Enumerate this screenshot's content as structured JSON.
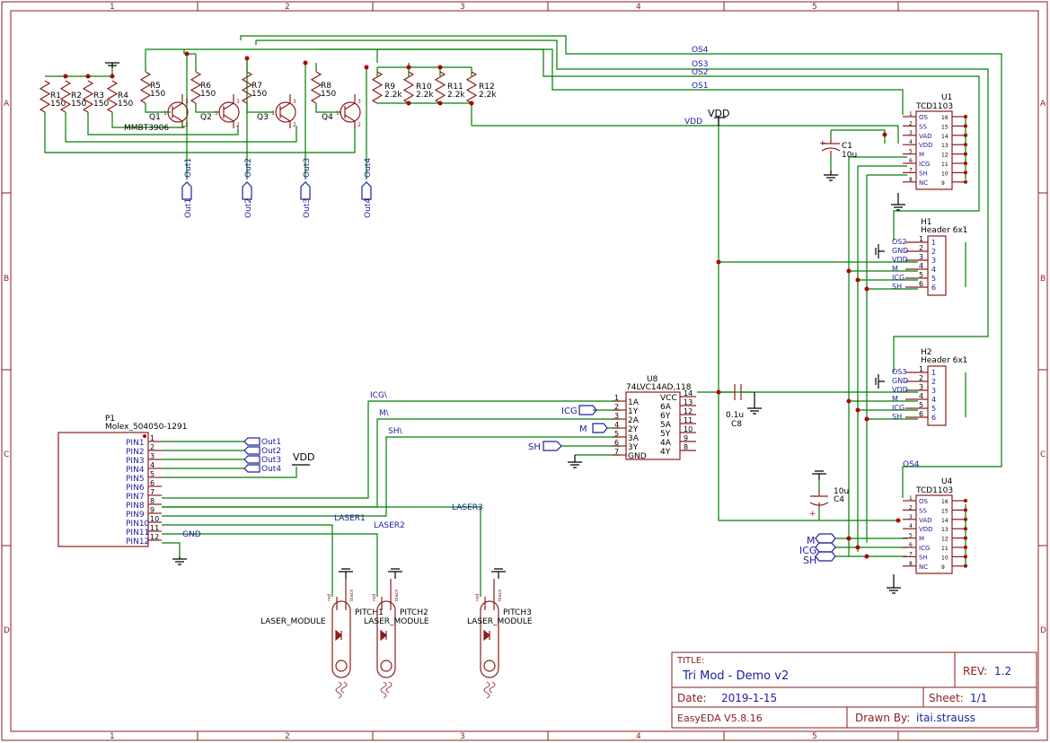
{
  "border": {
    "columns": [
      "1",
      "2",
      "3",
      "4",
      "5"
    ],
    "rows": [
      "A",
      "B",
      "C",
      "D"
    ]
  },
  "resistors_top": [
    {
      "ref": "R1",
      "val": "150"
    },
    {
      "ref": "R2",
      "val": "150"
    },
    {
      "ref": "R3",
      "val": "150"
    },
    {
      "ref": "R4",
      "val": "150"
    }
  ],
  "resistors_base": [
    {
      "ref": "R5",
      "val": "150"
    },
    {
      "ref": "R6",
      "val": "150"
    },
    {
      "ref": "R7",
      "val": "150"
    },
    {
      "ref": "R8",
      "val": "150"
    }
  ],
  "resistors_pull": [
    {
      "ref": "R9",
      "val": "2.2k"
    },
    {
      "ref": "R10",
      "val": "2.2k"
    },
    {
      "ref": "R11",
      "val": "2.2k"
    },
    {
      "ref": "R12",
      "val": "2.2k"
    }
  ],
  "transistors": [
    {
      "ref": "Q1",
      "part": "MMBT3906"
    },
    {
      "ref": "Q2",
      "part": ""
    },
    {
      "ref": "Q3",
      "part": ""
    },
    {
      "ref": "Q4",
      "part": ""
    }
  ],
  "outputs": [
    "Out1",
    "Out2",
    "Out3",
    "Out4"
  ],
  "nets": {
    "os1": "OS1",
    "os2": "OS2",
    "os3": "OS3",
    "os4": "OS4",
    "vdd": "VDD",
    "gnd": "GND",
    "icg": "ICG",
    "m": "M",
    "sh": "SH",
    "icg_bar": "ICG\\",
    "m_bar": "M\\",
    "sh_bar": "SH\\",
    "laser1": "LASER1",
    "laser2": "LASER2",
    "laser3": "LASER3"
  },
  "u1": {
    "ref": "U1",
    "part": "TCD1103",
    "left_pins": [
      {
        "n": "1",
        "name": "OS"
      },
      {
        "n": "2",
        "name": "SS"
      },
      {
        "n": "3",
        "name": "VAD"
      },
      {
        "n": "4",
        "name": "VDD"
      },
      {
        "n": "5",
        "name": "M"
      },
      {
        "n": "6",
        "name": "ICG"
      },
      {
        "n": "7",
        "name": "SH"
      },
      {
        "n": "8",
        "name": "NC"
      }
    ],
    "right_pins": [
      "16",
      "15",
      "14",
      "13",
      "12",
      "11",
      "10",
      "9"
    ]
  },
  "u4": {
    "ref": "U4",
    "part": "TCD1103",
    "left_pins": [
      {
        "n": "1",
        "name": "OS"
      },
      {
        "n": "2",
        "name": "SS"
      },
      {
        "n": "3",
        "name": "VAD"
      },
      {
        "n": "4",
        "name": "VDD"
      },
      {
        "n": "5",
        "name": "M"
      },
      {
        "n": "6",
        "name": "ICG"
      },
      {
        "n": "7",
        "name": "SH"
      },
      {
        "n": "8",
        "name": "NC"
      }
    ],
    "right_pins": [
      "16",
      "15",
      "14",
      "13",
      "12",
      "11",
      "10",
      "9"
    ]
  },
  "c1": {
    "ref": "C1",
    "val": "10u"
  },
  "c4": {
    "ref": "C4",
    "val": "10u"
  },
  "c8": {
    "ref": "C8",
    "val": "0.1u"
  },
  "h1": {
    "ref": "H1",
    "part": "Header 6x1",
    "nets": [
      "OS2",
      "GND",
      "VDD",
      "M",
      "ICG",
      "SH"
    ],
    "pins": [
      "1",
      "2",
      "3",
      "4",
      "5",
      "6"
    ]
  },
  "h2": {
    "ref": "H2",
    "part": "Header 6x1",
    "nets": [
      "OS3",
      "GND",
      "VDD",
      "M",
      "ICG",
      "SH"
    ],
    "pins": [
      "1",
      "2",
      "3",
      "4",
      "5",
      "6"
    ]
  },
  "u8": {
    "ref": "U8",
    "part": "74LVC14AD,118",
    "left": [
      {
        "n": "1",
        "name": "1A"
      },
      {
        "n": "2",
        "name": "1Y"
      },
      {
        "n": "3",
        "name": "2A"
      },
      {
        "n": "4",
        "name": "2Y"
      },
      {
        "n": "5",
        "name": "3A"
      },
      {
        "n": "6",
        "name": "3Y"
      },
      {
        "n": "7",
        "name": "GND"
      }
    ],
    "right": [
      {
        "n": "14",
        "name": "VCC"
      },
      {
        "n": "13",
        "name": "6A"
      },
      {
        "n": "12",
        "name": "6Y"
      },
      {
        "n": "11",
        "name": "5A"
      },
      {
        "n": "10",
        "name": "5Y"
      },
      {
        "n": "9",
        "name": "4A"
      },
      {
        "n": "8",
        "name": "4Y"
      }
    ]
  },
  "p1": {
    "ref": "P1",
    "part": "Molex_504050-1291",
    "pins": [
      {
        "n": "1",
        "name": "PIN1"
      },
      {
        "n": "2",
        "name": "PIN2"
      },
      {
        "n": "3",
        "name": "PIN3"
      },
      {
        "n": "4",
        "name": "PIN4"
      },
      {
        "n": "5",
        "name": "PIN5"
      },
      {
        "n": "6",
        "name": "PIN6"
      },
      {
        "n": "7",
        "name": "PIN7"
      },
      {
        "n": "8",
        "name": "PIN8"
      },
      {
        "n": "9",
        "name": "PIN9"
      },
      {
        "n": "10",
        "name": "PIN10"
      },
      {
        "n": "11",
        "name": "PIN11"
      },
      {
        "n": "12",
        "name": "PIN12"
      }
    ]
  },
  "lasers": [
    {
      "ref": "PITCH1",
      "part": "LASER_MODULE"
    },
    {
      "ref": "PITCH2",
      "part": "LASER_MODULE"
    },
    {
      "ref": "PITCH3",
      "part": "LASER_MODULE"
    }
  ],
  "laser_pin_labels": {
    "red": "red",
    "black": "black"
  },
  "title_block": {
    "title_label": "TITLE:",
    "title": "Tri Mod - Demo v2",
    "rev_label": "REV:",
    "rev": "1.2",
    "date_label": "Date:",
    "date": "2019-1-15",
    "sheet_label": "Sheet:",
    "sheet": "1/1",
    "tool": "EasyEDA V5.8.16",
    "drawn_label": "Drawn By:",
    "drawn_by": "itai.strauss"
  }
}
